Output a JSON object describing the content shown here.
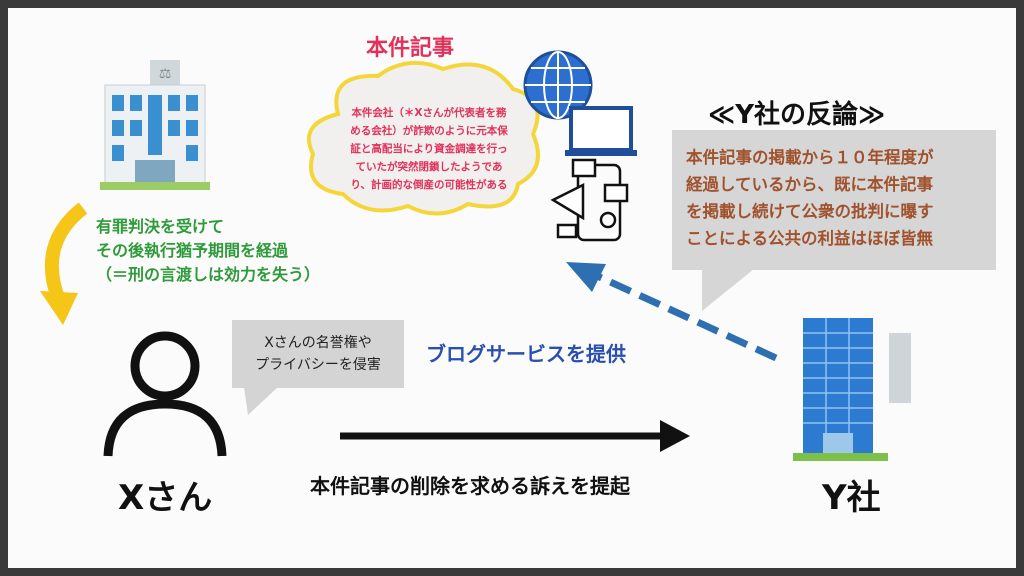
{
  "article": {
    "title": "本件記事",
    "lines": [
      "本件会社（＊Xさんが代表者を務",
      "める会社）が詐欺のように元本保",
      "証と高配当により資金調達を行っ",
      "ていたが突然閉鎖したようであ",
      "り、計画的な倒産の可能性がある"
    ]
  },
  "history": {
    "lines": [
      "有罪判決を受けて",
      "その後執行猶予期間を経過",
      "（＝刑の言渡しは効力を失う）"
    ]
  },
  "x_claim": {
    "lines": [
      "Xさんの名誉権や",
      "プライバシーを侵害"
    ]
  },
  "x_label": "Xさん",
  "y_label": "Y社",
  "blog_service": "ブログサービスを提供",
  "lawsuit": "本件記事の削除を求める訴えを提起",
  "rebuttal": {
    "title": "≪Y社の反論≫",
    "lines": [
      "本件記事の掲載から１０年程度が",
      "経過しているから、既に本件記事",
      "を掲載し続けて公衆の批判に曝す",
      "ことによる公共の利益はほぼ皆無"
    ]
  },
  "colors": {
    "red": "#e0325a",
    "green": "#2e9a3a",
    "blue": "#2a4fb0",
    "brown": "#a0522d",
    "yellow": "#f5c518"
  }
}
